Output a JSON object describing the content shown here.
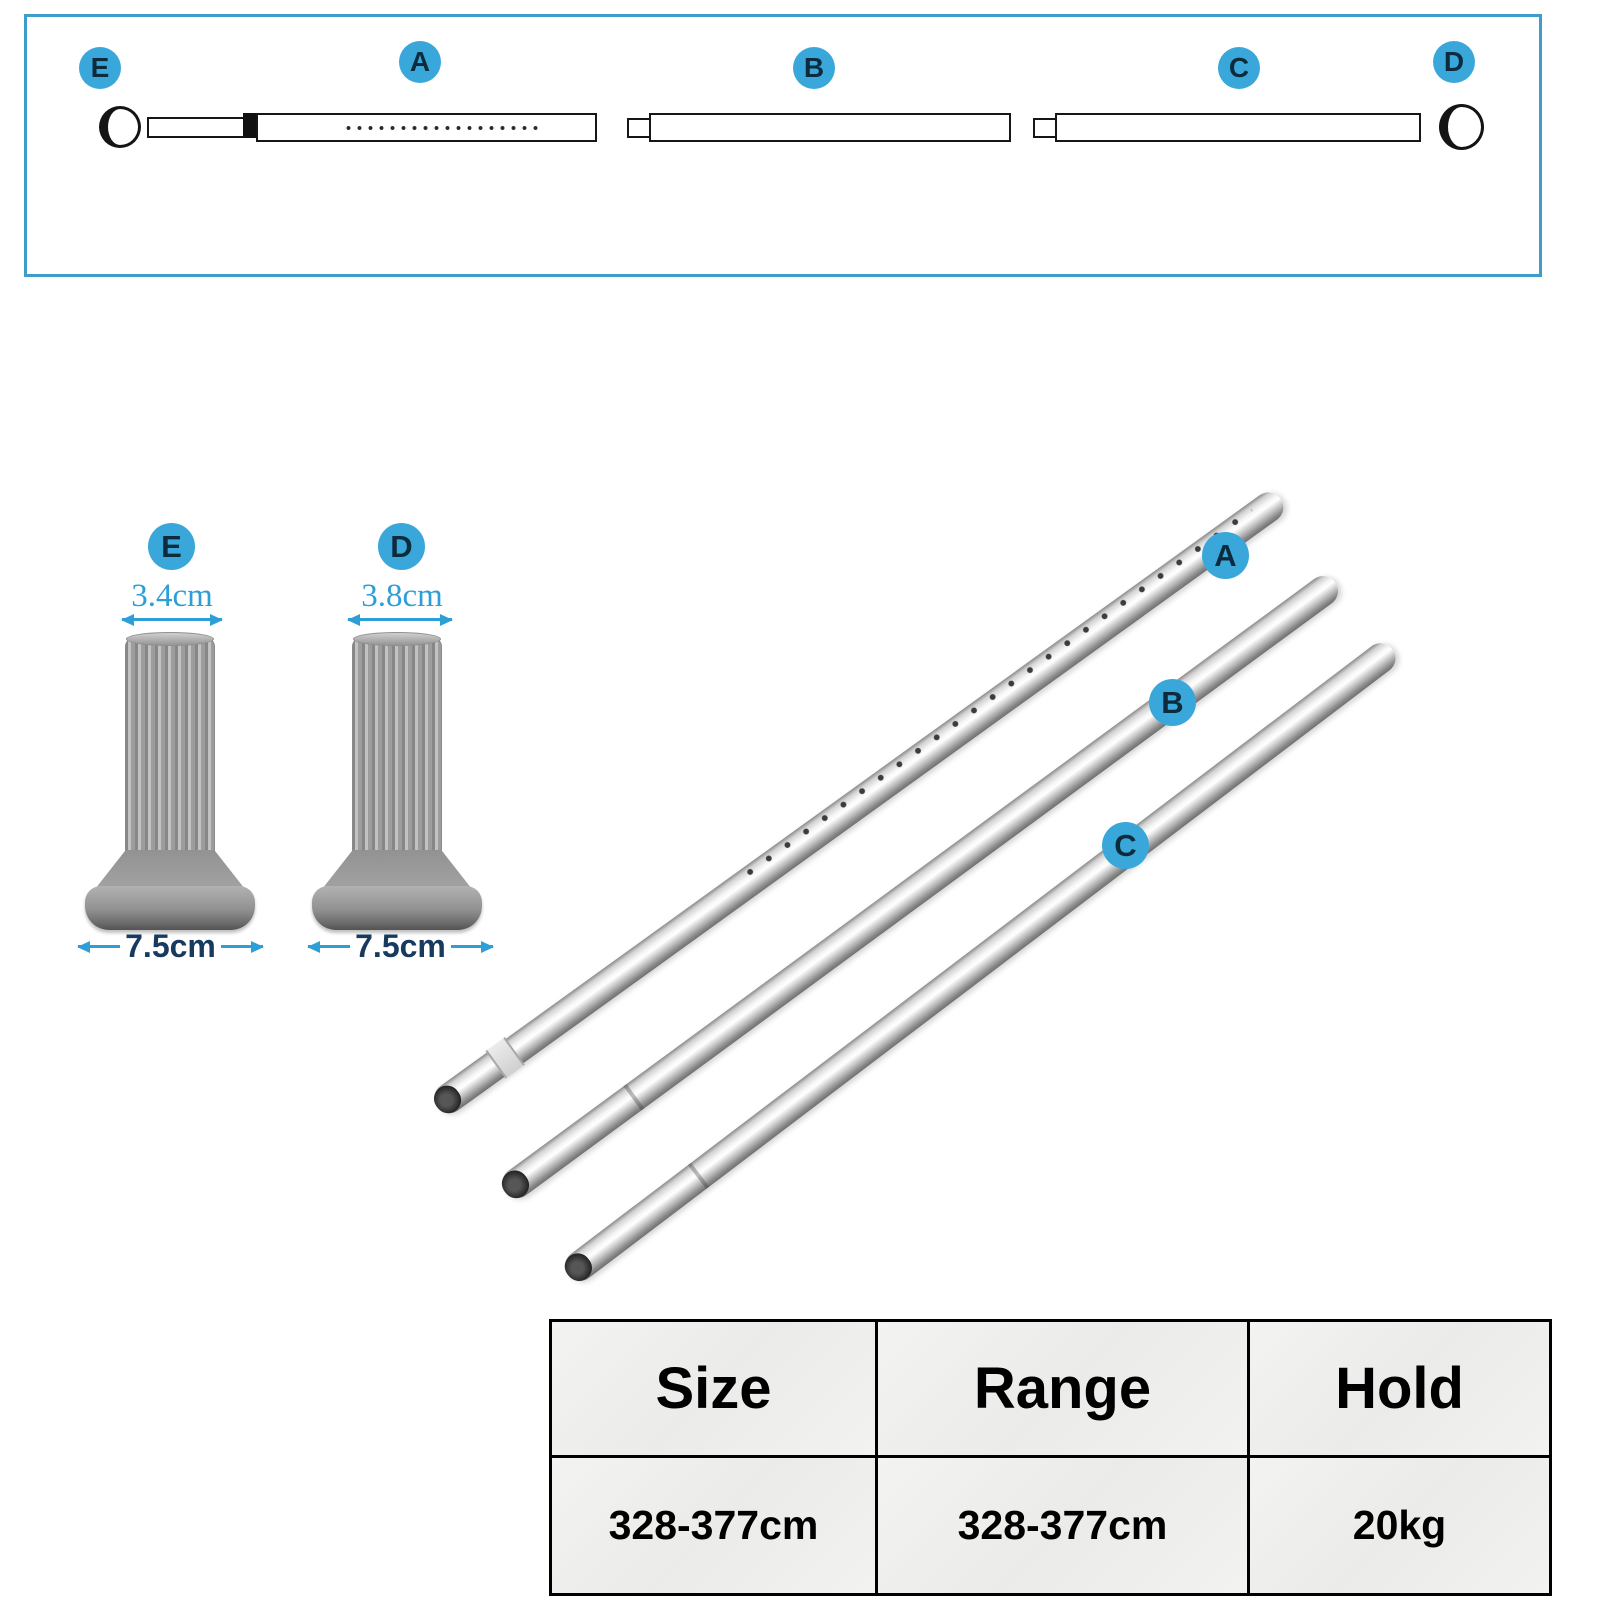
{
  "assembly_diagram": {
    "badges": {
      "e": "E",
      "a": "A",
      "b": "B",
      "c": "C",
      "d": "D"
    }
  },
  "end_caps": {
    "e": {
      "badge": "E",
      "top_width": "3.4cm",
      "base_width": "7.5cm"
    },
    "d": {
      "badge": "D",
      "top_width": "3.8cm",
      "base_width": "7.5cm"
    }
  },
  "poles": {
    "a": "A",
    "b": "B",
    "c": "C"
  },
  "spec_table": {
    "headers": [
      "Size",
      "Range",
      "Hold"
    ],
    "values": [
      "328-377cm",
      "328-377cm",
      "20kg"
    ]
  },
  "colors": {
    "badge_blue": "#39a7d9",
    "frame_blue": "#3e9ec9",
    "measure_blue": "#2d9fd6",
    "measure_text": "#173a5e"
  }
}
